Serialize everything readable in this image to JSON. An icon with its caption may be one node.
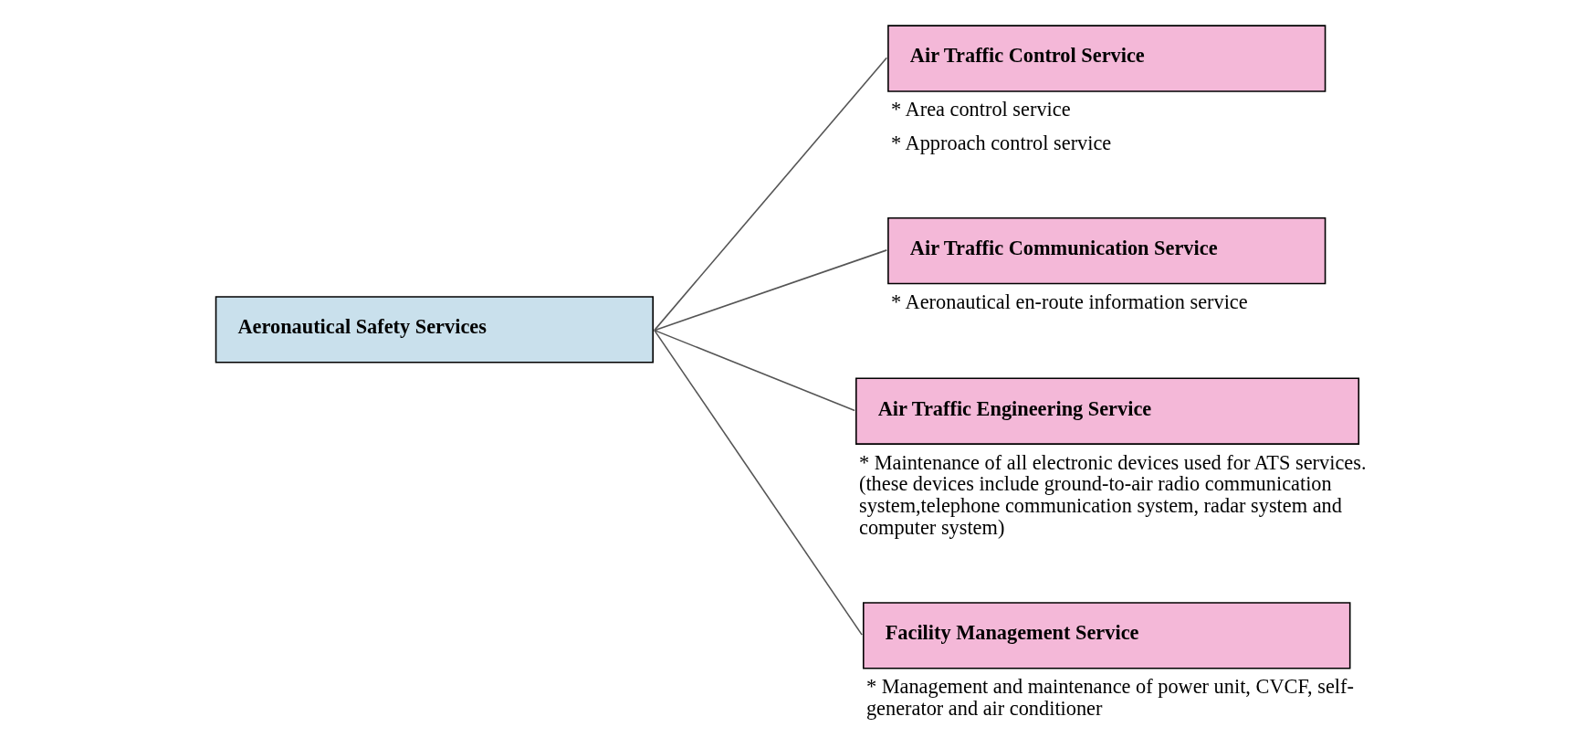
{
  "diagram": {
    "nodes": [
      {
        "text": [
          "Aeronautical Safety Services"
        ]
      },
      {
        "text": [
          "Air Traffic Control Service"
        ],
        "beside": [
          "* Area control service",
          "* Approach control service"
        ]
      },
      {
        "text": [
          "Air Traffic Communication Service"
        ],
        "beside": [
          "* Aeronautical en-route information service"
        ]
      },
      {
        "text": [
          "Air Traffic Engineering Service"
        ],
        "beside": [
          "* Maintenance of all electronic devices used for ATS services. (these devices include ground-to-air radio communication system,telephone communication system, radar system and computer system)"
        ]
      },
      {
        "text": [
          "Facility Management Service"
        ],
        "beside": [
          "* Management and maintenance of power unit, CVCF, self-generator and air conditioner"
        ]
      }
    ],
    "edges": [
      {
        "from": 0,
        "to": 1,
        "arrow": "none"
      },
      {
        "from": 0,
        "to": 2,
        "arrow": "none"
      },
      {
        "from": 0,
        "to": 3,
        "arrow": "none"
      },
      {
        "from": 0,
        "to": 4,
        "arrow": "none"
      }
    ]
  }
}
